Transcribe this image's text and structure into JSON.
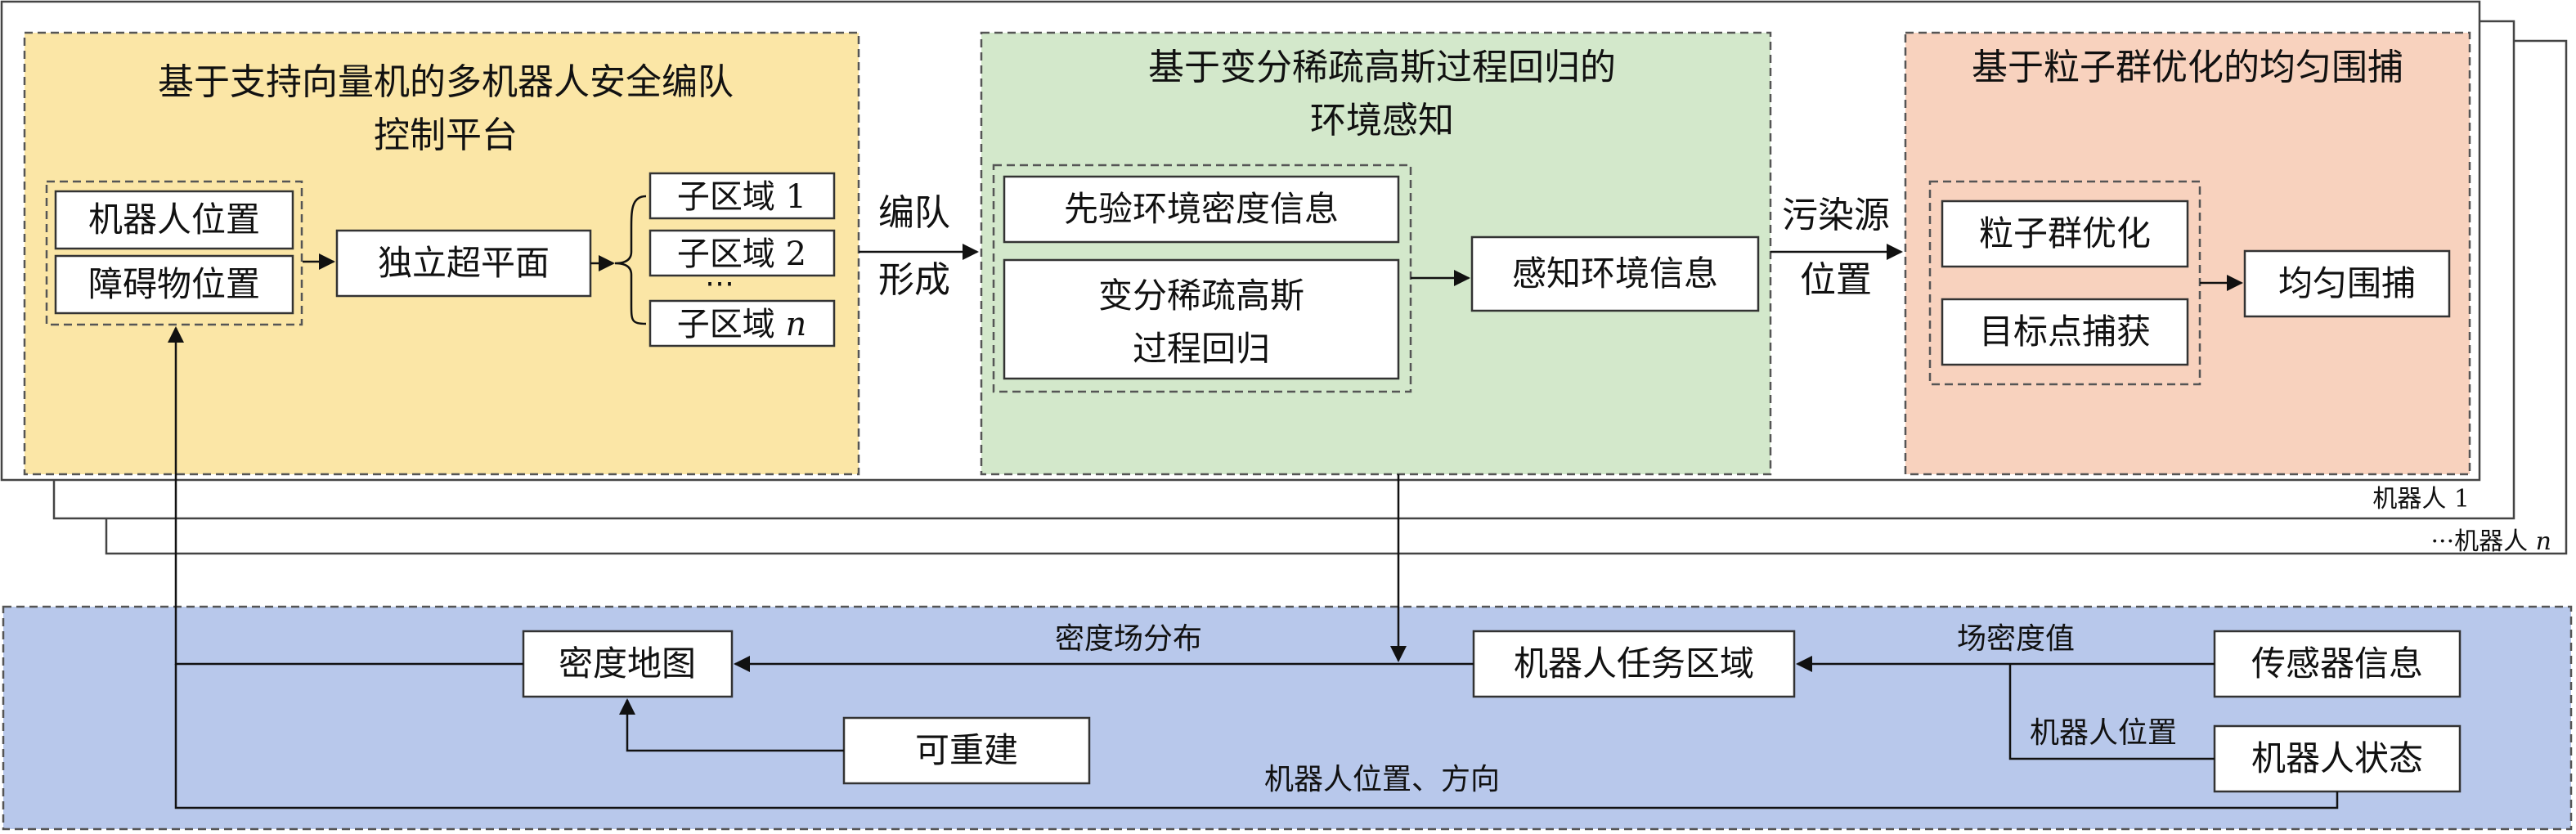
{
  "colors": {
    "yellow_fill": "#FBE6A6",
    "green_fill": "#D3E8CB",
    "orange_fill": "#F8D2BE",
    "blue_fill": "#B8C8EB",
    "line": "#444444",
    "box_fill": "#FFFFFF"
  },
  "stack": {
    "robot1_label": "机器人 1",
    "robotn_prefix": "···机器人 ",
    "robotn_var": "n"
  },
  "panel1": {
    "title_line1": "基于支持向量机的多机器人安全编队",
    "title_line2": "控制平台",
    "robot_position": "机器人位置",
    "obstacle_position": "障碍物位置",
    "hyperplane": "独立超平面",
    "subdomain1": "子区域 1",
    "subdomain2": "子区域 2",
    "ellipsis": "⋯",
    "subdomain_n_prefix": "子区域 ",
    "subdomain_n_var": "n"
  },
  "formation_label": {
    "line1": "编队",
    "line2": "形成"
  },
  "panel2": {
    "title_line1": "基于变分稀疏高斯过程回归的",
    "title_line2": "环境感知",
    "prior_info": "先验环境密度信息",
    "vsgpr_line1": "变分稀疏高斯",
    "vsgpr_line2": "过程回归",
    "perceive": "感知环境信息"
  },
  "source_label": {
    "line1": "污染源",
    "line2": "位置"
  },
  "panel3": {
    "title": "基于粒子群优化的均匀围捕",
    "pso": "粒子群优化",
    "target_capture": "目标点捕获",
    "uniform_capture": "均匀围捕"
  },
  "bottom": {
    "density_map": "密度地图",
    "task_region": "机器人任务区域",
    "sensor_info": "传感器信息",
    "robot_state": "机器人状态",
    "rebuild": "可重建",
    "density_distribution": "密度场分布",
    "field_density": "场密度值",
    "robot_position": "机器人位置",
    "pos_dir": "机器人位置、方向"
  }
}
